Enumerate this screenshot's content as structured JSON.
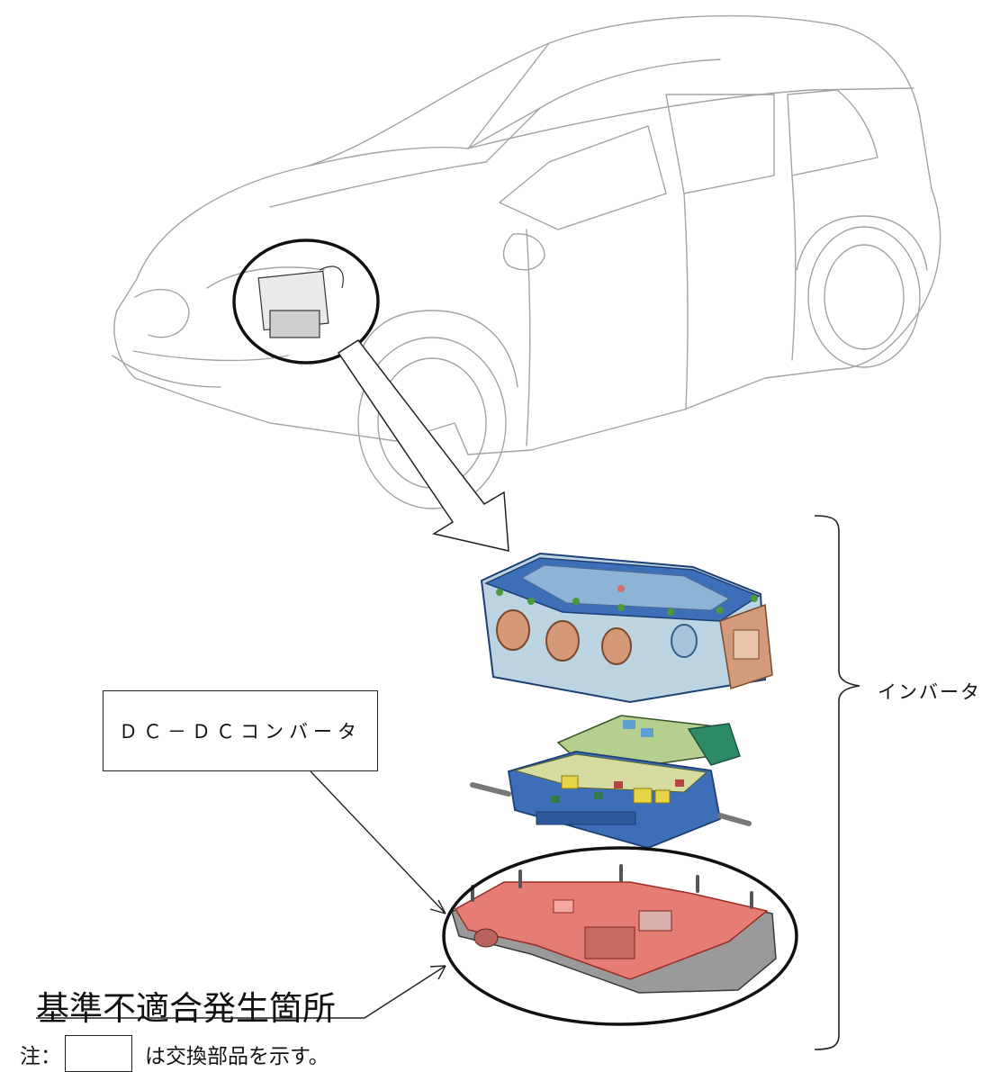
{
  "labels": {
    "dcdc_converter": "ＤＣ－ＤＣコンバータ",
    "defect_location": "基準不適合発生箇所",
    "inverter": "インバータ",
    "note_prefix": "注：",
    "note_suffix": "は交換部品を示す。"
  },
  "colors": {
    "line": "#222222",
    "car_outline": "#9a9a9a",
    "inverter_blue": "#2d66b8",
    "case_red": "#e26a62",
    "board_green": "#8fb86b"
  }
}
